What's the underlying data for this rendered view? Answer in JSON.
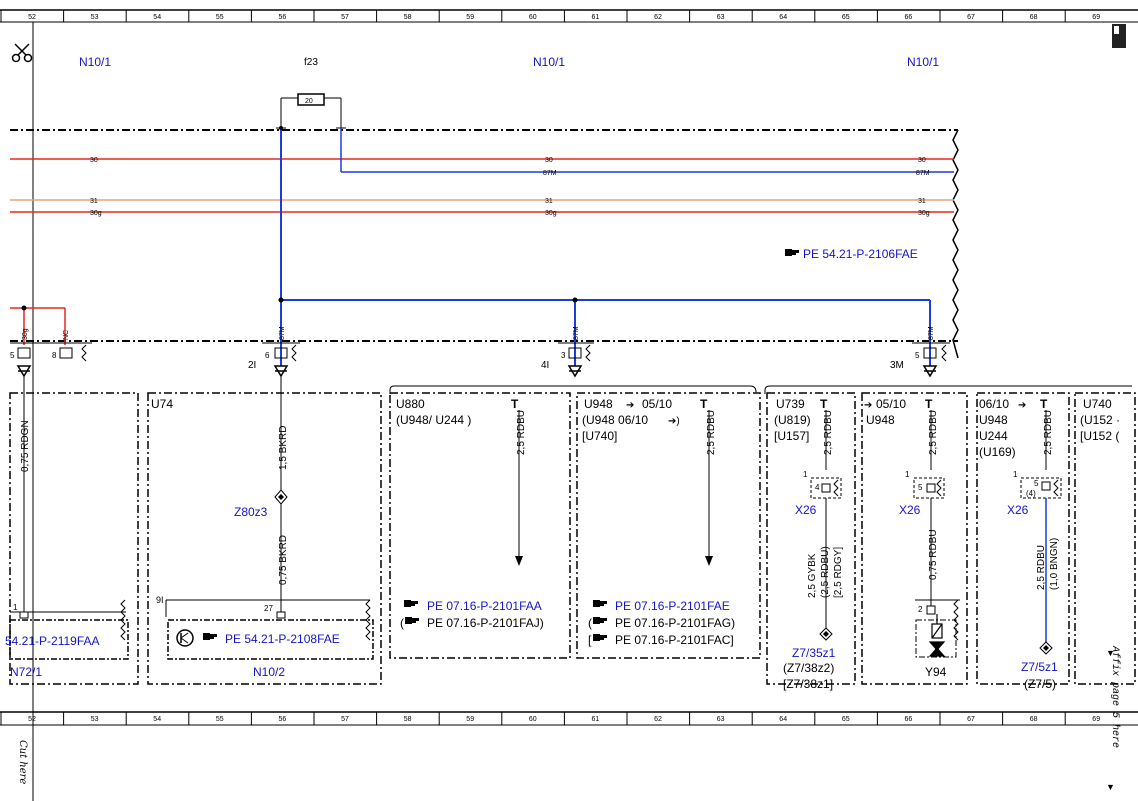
{
  "title": {
    "section": "N10/1",
    "fuse_name": "f23",
    "fuse_rating": "20"
  },
  "ruler": {
    "numbers": [
      "52",
      "53",
      "54",
      "55",
      "56",
      "57",
      "58",
      "59",
      "60",
      "61",
      "62",
      "63",
      "64",
      "65",
      "66",
      "67",
      "68",
      "69"
    ]
  },
  "buses": {
    "b30": "30",
    "b87m": "87M",
    "b31": "31",
    "b30g": "30g"
  },
  "refs": {
    "main": "PE 54.21-P-2106FAE",
    "ref_2119": "54.21-P-2119FAA",
    "ref_2108": "PE 54.21-P-2108FAE",
    "ref_faa": "PE 07.16-P-2101FAA",
    "ref_faj": "PE 07.16-P-2101FAJ)",
    "ref_faj_paren": "(",
    "ref_fae": "PE 07.16-P-2101FAE",
    "ref_fag": "PE 07.16-P-2101FAG)",
    "ref_fag_paren": "(",
    "ref_fac": "PE 07.16-P-2101FAC]",
    "ref_fac_bracket": "["
  },
  "connectors": {
    "c5": "5",
    "c8": "8",
    "c6": "6",
    "c3": "3",
    "c5b": "5",
    "p2l": "2I",
    "p4l": "4I",
    "p3m": "3M",
    "w30g": "30g",
    "wnc": "NC",
    "w87m": "87M",
    "p1": "1",
    "p27": "27",
    "p9l": "9I",
    "p14": "1",
    "p4": "4",
    "p15": "1",
    "p5": "5",
    "p16": "1",
    "p5b": "5",
    "p4b": "(4)",
    "p2": "2"
  },
  "wires": {
    "w_rdgn": "0,75 RDGN",
    "w_bkrd15": "1,5 BKRD",
    "w_bkrd075": "0,75 BKRD",
    "w_rdbu25": "2,5 RDBU",
    "w_gybk": "2,5 GYBK",
    "w_rdbu_p": "(2,5 RDBU)",
    "w_rdgy": "[2,5 RDGY]",
    "w_rdbu075": "0,75 RDBU",
    "w_bngn": "(1,0 BNGN)"
  },
  "components": {
    "z80": "Z80z3",
    "n72": "N72/1",
    "n102": "N10/2",
    "x26": "X26",
    "z735": "Z7/35z1",
    "z738p": "(Z7/38z2)",
    "z738b": "[Z7/38z1]",
    "y94": "Y94",
    "z75": "Z7/5z1",
    "z75p": "(Z7/5)"
  },
  "variants": {
    "u74": "U74",
    "u880": "U880",
    "u948_244": "(U948/ U244 )",
    "u948a": "U948",
    "date1": "05/10",
    "u948b": "(U948  06/10",
    "u740b": "[U740]",
    "u739": "U739",
    "u819": "(U819)",
    "u157": "[U157]",
    "date2": "05/10",
    "u948c": "U948",
    "date3": "06/10",
    "u948d": "U948",
    "u244": "U244",
    "u169": "(U169)",
    "u740": "U740",
    "u152a": "(U152 ·",
    "u152b": "[U152  ("
  },
  "margin": {
    "cut": "Cut here",
    "affix": "Affix page 5 here"
  },
  "colors": {
    "red": "#e8281e",
    "blue": "#1e3cdc",
    "salmon": "#e8a07a",
    "text_blue": "#1414c8"
  }
}
